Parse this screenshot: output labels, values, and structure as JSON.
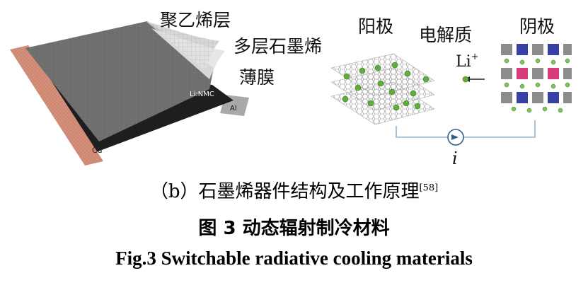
{
  "diagram": {
    "layer_labels": {
      "polyethylene": "聚乙烯层",
      "multilayer_graphene_line1": "多层石墨烯",
      "multilayer_graphene_line2": "薄膜",
      "li_nmc": "Li:NMC",
      "al": "Al",
      "cu": "Cu"
    },
    "cell_labels": {
      "anode": "阳极",
      "electrolyte": "电解质",
      "cathode": "阴极",
      "li_ion": "Li",
      "li_ion_sup": "+",
      "current": "i"
    },
    "colors": {
      "cu_strip": "#d4907a",
      "graphene_film": "#6e6e6e",
      "nmc_layer": "#1e1e1e",
      "al_tab": "#a9a9a9",
      "li_ion": "#5fae3c",
      "wire": "#8fb3d6",
      "cathode_gray": "#8c8c8c",
      "cathode_blue": "#3a3fa8",
      "cathode_pink": "#d63c7a",
      "cathode_green": "#7cc55a"
    }
  },
  "captions": {
    "sub_caption": "（b）石墨烯器件结构及工作原理",
    "sub_caption_ref": "[58]",
    "figure_caption_zh": "图 3  动态辐射制冷材料",
    "figure_caption_en": "Fig.3  Switchable radiative cooling materials"
  }
}
